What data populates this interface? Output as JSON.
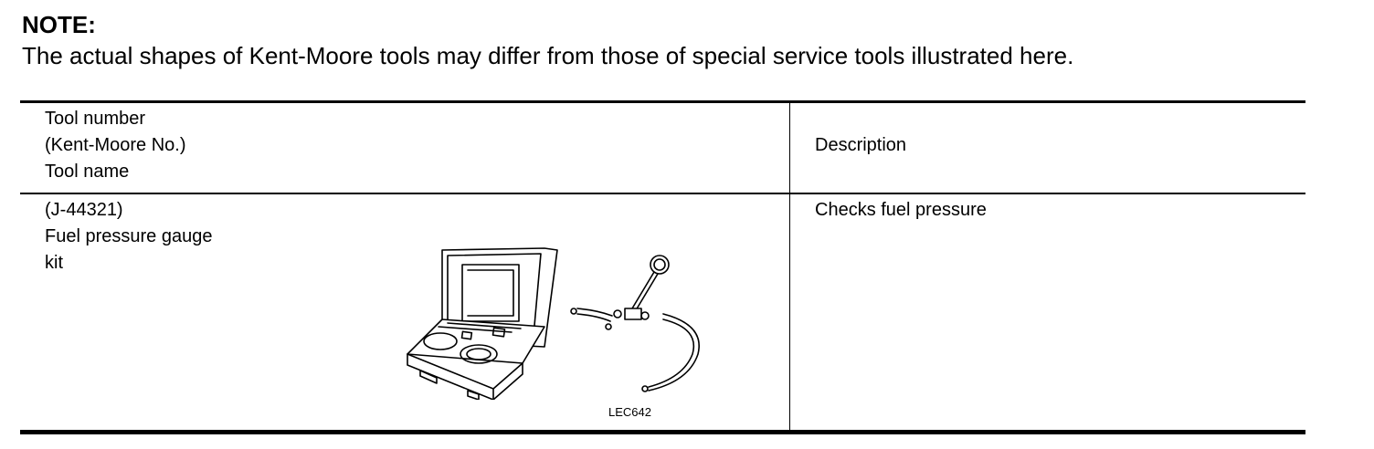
{
  "note": {
    "heading": "NOTE:",
    "text": "The actual shapes of Kent-Moore tools may differ from those of special service tools illustrated here."
  },
  "table": {
    "header": {
      "tool_line1": "Tool number",
      "tool_line2": "(Kent-Moore No.)",
      "tool_line3": "Tool name",
      "description": "Description"
    },
    "rows": [
      {
        "number": "(J-44321)",
        "name_line1": "Fuel pressure gauge",
        "name_line2": "kit",
        "description": "Checks fuel pressure",
        "figure_code": "LEC642"
      }
    ]
  }
}
